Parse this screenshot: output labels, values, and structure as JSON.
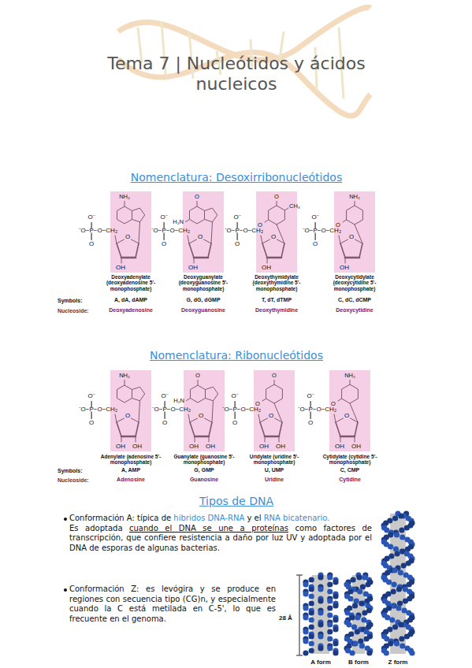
{
  "diagram": {
    "title": "Tema 7 | Nucleótidos y ácidos nucleicos",
    "nodes": [
      {
        "text": [
          "NH₂"
        ]
      },
      {
        "text": [
          "O",
          "H₂N"
        ]
      },
      {
        "text": [
          "O",
          "CH₃",
          "O"
        ]
      },
      {
        "text": [
          "NH₂",
          "O"
        ]
      },
      {
        "text": [
          "NH₂"
        ]
      },
      {
        "text": [
          "O",
          "H₂N"
        ]
      },
      {
        "text": [
          "O",
          "O"
        ]
      },
      {
        "text": [
          "NH₂",
          "O"
        ]
      }
    ],
    "labels": [
      "Nomenclatura: Desoxirribonucleótidos",
      "O⁻",
      "⁻O−P−O−CH₂",
      "O",
      "O",
      "OH",
      "O⁻",
      "⁻O−P−O−CH₂",
      "O",
      "O",
      "OH",
      "O⁻",
      "⁻O−P−O−CH₂",
      "O",
      "O",
      "OH",
      "O⁻",
      "⁻O−P−O−CH₂",
      "O",
      "O",
      "OH",
      "Deoxyadenylate (deoxyadenosine 5'-monophosphate)",
      "Deoxyguanylate (deoxyguanosine 5'-monophosphate)",
      "Deoxythymidylate (deoxythymidine 5'-monophosphate)",
      "Deoxycytidylate (deoxycytidine 5'-monophosphate)",
      "Symbols:",
      "A, dA, dAMP",
      "G, dG, dGMP",
      "T, dT, dTMP",
      "C, dC, dCMP",
      "Nucleoside:",
      "Deoxyadenosine",
      "Deoxyguanosine",
      "Deoxythymidine",
      "Deoxycytidine",
      "Nomenclatura: Ribonucleótidos",
      "O⁻",
      "⁻O−P−O−CH₂",
      "O",
      "O",
      "OH",
      "OH",
      "O⁻",
      "⁻O−P−O−CH₂",
      "O",
      "O",
      "OH",
      "OH",
      "O⁻",
      "⁻O−P−O−CH₂",
      "O",
      "O",
      "OH",
      "OH",
      "O⁻",
      "⁻O−P−O−CH₂",
      "O",
      "O",
      "OH",
      "OH",
      "Adenylate (adenosine 5'-monophosphate)",
      "Guanylate (guanosine 5'-monophosphate)",
      "Uridylate (uridine 5'-monophosphate)",
      "Cytidylate (cytidine 5'-monophosphate)",
      "Symbols:",
      "A, AMP",
      "G, GMP",
      "U, UMP",
      "C, CMP",
      "Nucleoside:",
      "Adenosine",
      "Guanosine",
      "Uridine",
      "Cytidine",
      "Tipos de DNA",
      "Conformación A: típica de",
      "hibridos DNA-RNA",
      "y el",
      "RNA bicatenario.",
      "Es adoptada",
      "cuando el DNA se une a proteínas",
      "como factores de transcripción, que confiere resistencia a daño por luz UV y adoptada por el DNA de esporas de algunas bacterias.",
      "Conformación Z: es levógira y se produce en regiones con secuencia tipo (CG)n, y especialmente cuando la C está metilada en C-5', lo que es frecuente en el genoma.",
      "28 Å",
      "A form",
      "B form",
      "Z form"
    ]
  }
}
